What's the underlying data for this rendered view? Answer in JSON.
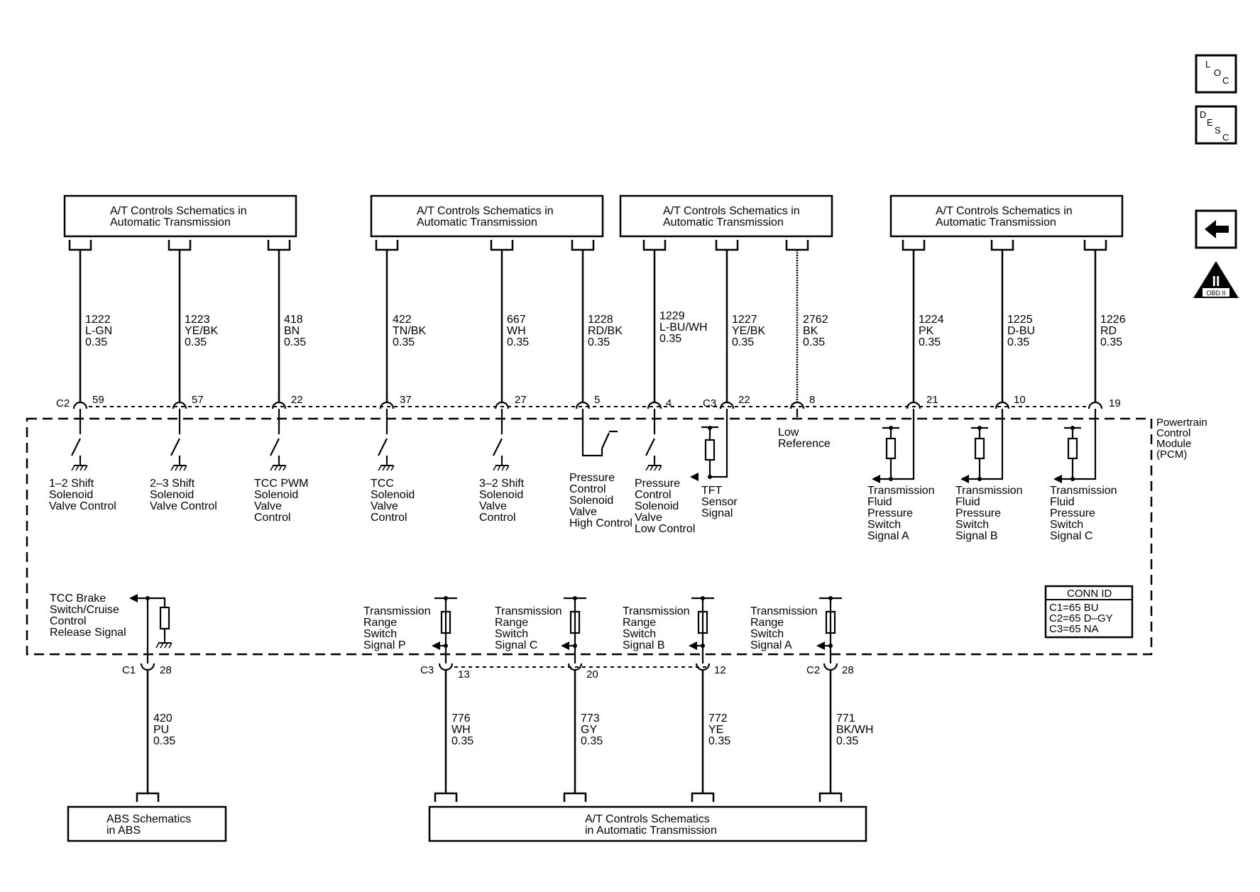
{
  "nav_icons": {
    "loc": {
      "l1": "L",
      "l2": "O",
      "l3": "C"
    },
    "desc": {
      "l1": "D",
      "l2": "E",
      "l3": "S",
      "l4": "C"
    },
    "obd": {
      "numeral": "II",
      "caption": "OBD II"
    }
  },
  "ref_boxes": {
    "top1": {
      "line1": "A/T Controls Schematics in",
      "line2": "Automatic Transmission"
    },
    "top2": {
      "line1": "A/T Controls Schematics in",
      "line2": "Automatic Transmission"
    },
    "top3": {
      "line1": "A/T Controls Schematics in",
      "line2": "Automatic Transmission"
    },
    "top4": {
      "line1": "A/T Controls Schematics in",
      "line2": "Automatic Transmission"
    },
    "abs": {
      "line1": "ABS Schematics",
      "line2": "in ABS"
    },
    "bottom": {
      "line1": "A/T Controls Schematics",
      "line2": "in Automatic Transmission"
    }
  },
  "wires": {
    "w1222": {
      "circuit": "1222",
      "color": "L-GN",
      "gauge": "0.35"
    },
    "w1223": {
      "circuit": "1223",
      "color": "YE/BK",
      "gauge": "0.35"
    },
    "w418": {
      "circuit": "418",
      "color": "BN",
      "gauge": "0.35"
    },
    "w422": {
      "circuit": "422",
      "color": "TN/BK",
      "gauge": "0.35"
    },
    "w667": {
      "circuit": "667",
      "color": "WH",
      "gauge": "0.35"
    },
    "w1228": {
      "circuit": "1228",
      "color": "RD/BK",
      "gauge": "0.35"
    },
    "w1229": {
      "circuit": "1229",
      "color": "L-BU/WH",
      "gauge": "0.35"
    },
    "w1227": {
      "circuit": "1227",
      "color": "YE/BK",
      "gauge": "0.35"
    },
    "w2762": {
      "circuit": "2762",
      "color": "BK",
      "gauge": "0.35"
    },
    "w1224": {
      "circuit": "1224",
      "color": "PK",
      "gauge": "0.35"
    },
    "w1225": {
      "circuit": "1225",
      "color": "D-BU",
      "gauge": "0.35"
    },
    "w1226": {
      "circuit": "1226",
      "color": "RD",
      "gauge": "0.35"
    },
    "w420": {
      "circuit": "420",
      "color": "PU",
      "gauge": "0.35"
    },
    "w776": {
      "circuit": "776",
      "color": "WH",
      "gauge": "0.35"
    },
    "w773": {
      "circuit": "773",
      "color": "GY",
      "gauge": "0.35"
    },
    "w772": {
      "circuit": "772",
      "color": "YE",
      "gauge": "0.35"
    },
    "w771": {
      "circuit": "771",
      "color": "BK/WH",
      "gauge": "0.35"
    }
  },
  "connectors": {
    "c1": "C1",
    "c2": "C2",
    "c3": "C3"
  },
  "pins": {
    "p59": "59",
    "p57": "57",
    "p22a": "22",
    "p37": "37",
    "p27": "27",
    "p5": "5",
    "p4": "4",
    "p22b": "22",
    "p8": "8",
    "p21": "21",
    "p10": "10",
    "p19": "19",
    "p28a": "28",
    "p13": "13",
    "p20": "20",
    "p12": "12",
    "p28b": "28"
  },
  "labels": {
    "shift12": [
      "1–2 Shift",
      "Solenoid",
      "Valve Control"
    ],
    "shift23": [
      "2–3 Shift",
      "Solenoid",
      "Valve Control"
    ],
    "tccpwm": [
      "TCC PWM",
      "Solenoid",
      "Valve",
      "Control"
    ],
    "tcc": [
      "TCC",
      "Solenoid",
      "Valve",
      "Control"
    ],
    "shift32": [
      "3–2 Shift",
      "Solenoid",
      "Valve",
      "Control"
    ],
    "pchigh": [
      "Pressure",
      "Control",
      "Solenoid",
      "Valve",
      "High Control"
    ],
    "pclow": [
      "Pressure",
      "Control",
      "Solenoid",
      "Valve",
      "Low Control"
    ],
    "tft": [
      "TFT",
      "Sensor",
      "Signal"
    ],
    "lowref": [
      "Low",
      "Reference"
    ],
    "tfpa": [
      "Transmission",
      "Fluid",
      "Pressure",
      "Switch",
      "Signal A"
    ],
    "tfpb": [
      "Transmission",
      "Fluid",
      "Pressure",
      "Switch",
      "Signal B"
    ],
    "tfpc": [
      "Transmission",
      "Fluid",
      "Pressure",
      "Switch",
      "Signal C"
    ],
    "pcm": [
      "Powertrain",
      "Control",
      "Module",
      "(PCM)"
    ],
    "tccbrake": [
      "TCC Brake",
      "Switch/Cruise",
      "Control",
      "Release Signal"
    ],
    "trsp": [
      "Transmission",
      "Range",
      "Switch",
      "Signal P"
    ],
    "trsc": [
      "Transmission",
      "Range",
      "Switch",
      "Signal C"
    ],
    "trsb": [
      "Transmission",
      "Range",
      "Switch",
      "Signal B"
    ],
    "trsa": [
      "Transmission",
      "Range",
      "Switch",
      "Signal A"
    ]
  },
  "conn_id": {
    "title": "CONN ID",
    "rows": [
      "C1=65 BU",
      "C2=65 D–GY",
      "C3=65 NA"
    ]
  }
}
